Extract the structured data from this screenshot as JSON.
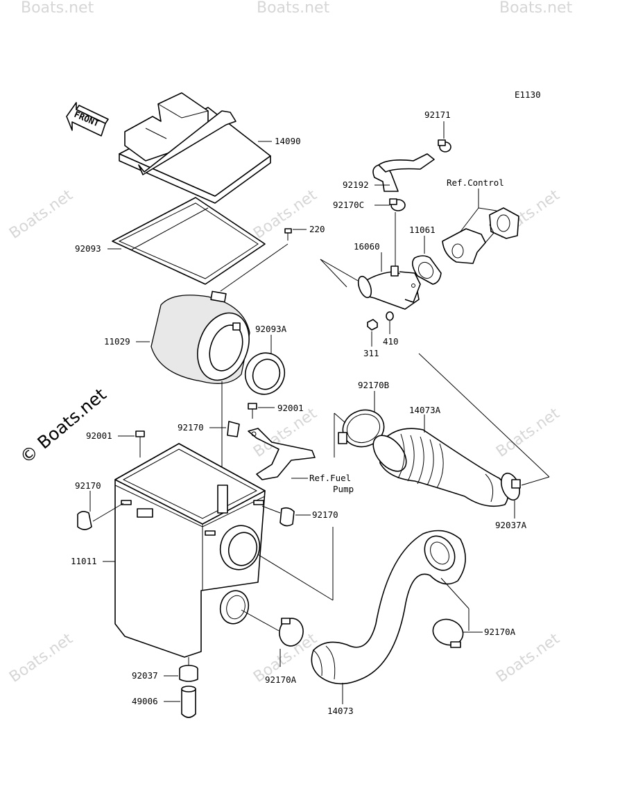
{
  "diagram": {
    "code": "E1130",
    "front_label": "FRONT",
    "watermark": "Boats.net",
    "side_watermark": "© Boats.net",
    "ref_control": "Ref.Control",
    "ref_fuel_pump_1": "Ref.Fuel",
    "ref_fuel_pump_2": "Pump",
    "parts": {
      "p14090": "14090",
      "p92093": "92093",
      "p220": "220",
      "p11029": "11029",
      "p92093A": "92093A",
      "p92001a": "92001",
      "p92001b": "92001",
      "p92170a": "92170",
      "p92170b": "92170",
      "p92170c": "92170",
      "p11011": "11011",
      "p92037": "92037",
      "p49006": "49006",
      "p92170A_a": "92170A",
      "p92170A_b": "92170A",
      "p14073": "14073",
      "p14073A": "14073A",
      "p92170B": "92170B",
      "p92037A": "92037A",
      "p92171": "92171",
      "p92192": "92192",
      "p92170C": "92170C",
      "p16060": "16060",
      "p11061": "11061",
      "p311": "311",
      "p410": "410"
    }
  }
}
